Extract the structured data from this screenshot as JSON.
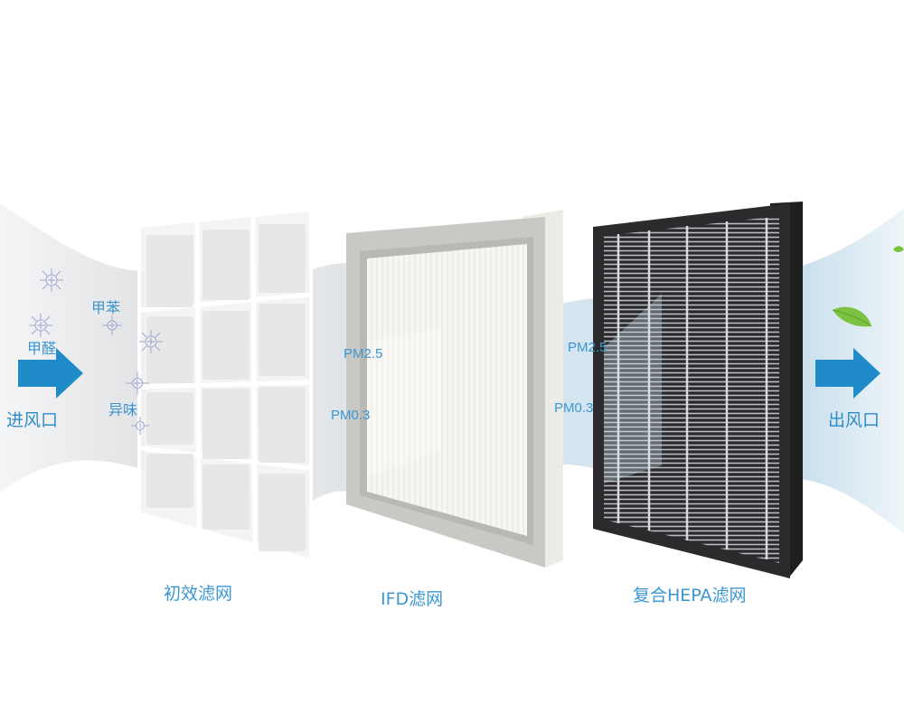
{
  "inlet": {
    "label": "进风口",
    "arrow_color": "#1f8bc8"
  },
  "outlet": {
    "label": "出风口",
    "arrow_color": "#1f8bc8"
  },
  "pollutants": [
    {
      "label": "甲醛"
    },
    {
      "label": "甲苯"
    },
    {
      "label": "异味"
    }
  ],
  "filters": [
    {
      "name": "初效滤网",
      "stage": "pre-filter"
    },
    {
      "name": "IFD滤网",
      "stage": "ifd",
      "tags": [
        "PM2.5",
        "PM0.3"
      ]
    },
    {
      "name": "复合HEPA滤网",
      "stage": "hepa",
      "tags": [
        "PM2.5",
        "PM0.3"
      ]
    }
  ],
  "colors": {
    "label_blue": "#3a97d2",
    "airflow_gray": "#e6e7e9",
    "airflow_blue": "#d6e6f0",
    "hepa_frame": "#2b2b2d",
    "ifd_frame": "#c9c9c5",
    "leaf_green": "#7cc242"
  }
}
